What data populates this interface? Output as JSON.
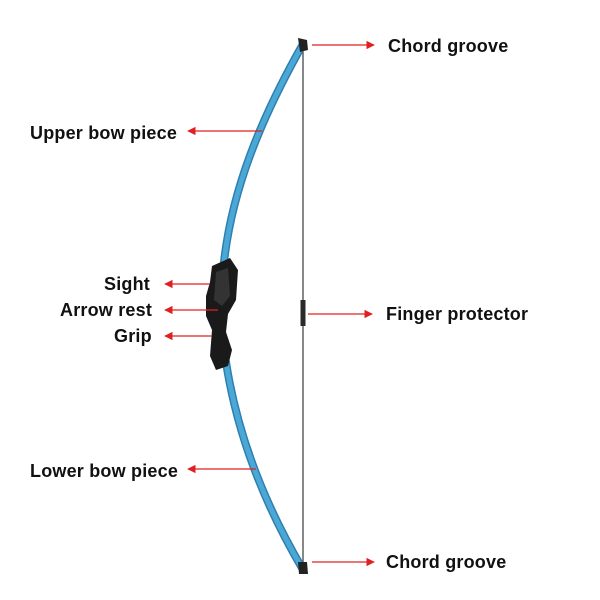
{
  "labels": {
    "chord_groove_top": "Chord groove",
    "upper_bow_piece": "Upper bow piece",
    "sight": "Sight",
    "arrow_rest": "Arrow rest",
    "grip": "Grip",
    "finger_protector": "Finger protector",
    "lower_bow_piece": "Lower bow piece",
    "chord_groove_bottom": "Chord groove"
  },
  "colors": {
    "limb": "#4ba8d6",
    "limb_shade": "#2f7fae",
    "riser": "#1a1a1a",
    "string": "#3a3a3a",
    "arrow": "#e02020",
    "text": "#111111"
  }
}
